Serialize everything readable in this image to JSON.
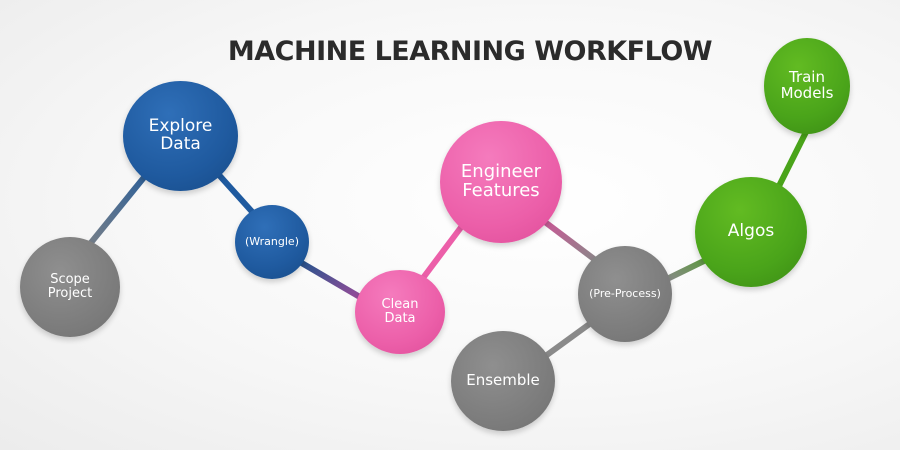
{
  "title": "MACHINE LEARNING WORKFLOW",
  "colors": {
    "gray": "#7a7a7a",
    "blue": "#1f5a9f",
    "pink": "#ec5fa9",
    "green": "#4aa41a",
    "title": "#2b2b2b",
    "link_gray": "#8a8a8a"
  },
  "nodes": {
    "scope_project": "Scope\nProject",
    "explore_data": "Explore\nData",
    "wrangle": "(Wrangle)",
    "clean_data": "Clean\nData",
    "engineer_features": "Engineer\nFeatures",
    "pre_process": "(Pre-Process)",
    "ensemble": "Ensemble",
    "algos": "Algos",
    "train_models": "Train\nModels"
  }
}
